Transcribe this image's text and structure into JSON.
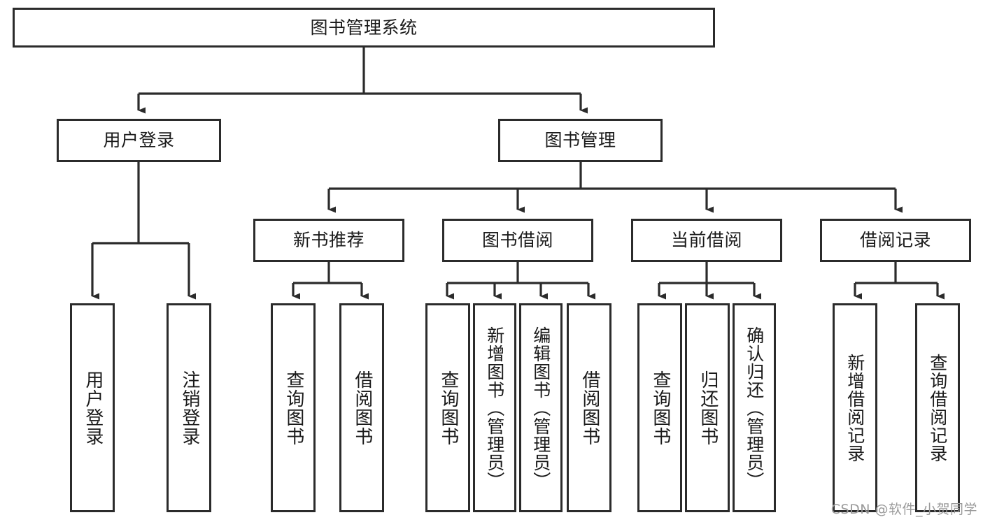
{
  "diagram": {
    "type": "tree-structure-chart",
    "title": "图书管理系统",
    "watermark": "CSDN @软件_小贺同学",
    "colors": {
      "border": "#2b2b2b",
      "background": "#ffffff",
      "text": "#1a1a1a",
      "connector": "#2b2b2b",
      "watermark": "#9a9a9a"
    },
    "levels": {
      "root": {
        "label": "图书管理系统"
      },
      "level2": [
        {
          "label": "用户登录"
        },
        {
          "label": "图书管理"
        }
      ],
      "level3": [
        {
          "label": "新书推荐"
        },
        {
          "label": "图书借阅"
        },
        {
          "label": "当前借阅"
        },
        {
          "label": "借阅记录"
        }
      ]
    },
    "leaves": {
      "user_login": [
        {
          "label": "用户登录"
        },
        {
          "label": "注销登录"
        }
      ],
      "new_book_recommend": [
        {
          "label": "查询图书"
        },
        {
          "label": "借阅图书"
        }
      ],
      "book_borrow": [
        {
          "label": "查询图书"
        },
        {
          "label": "新增图书（管理员）"
        },
        {
          "label": "编辑图书（管理员）"
        },
        {
          "label": "借阅图书"
        }
      ],
      "current_borrow": [
        {
          "label": "查询图书"
        },
        {
          "label": "归还图书"
        },
        {
          "label": "确认归还（管理员）"
        }
      ],
      "borrow_record": [
        {
          "label": "新增借阅记录"
        },
        {
          "label": "查询借阅记录"
        }
      ]
    }
  }
}
